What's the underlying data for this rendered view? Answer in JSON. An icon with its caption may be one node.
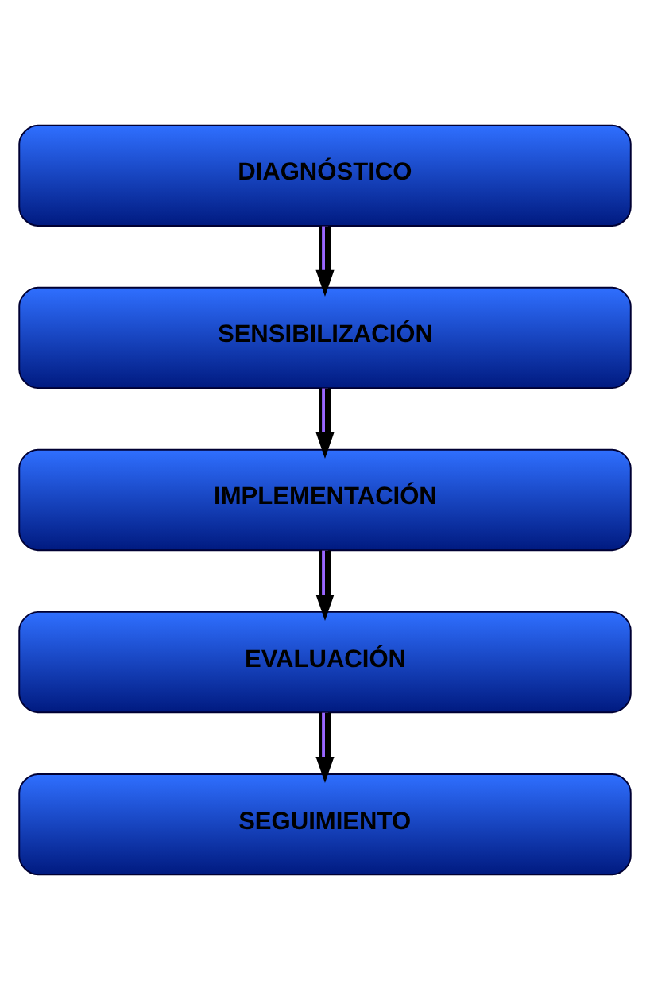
{
  "diagram": {
    "nodes": [
      {
        "text": [
          "DIAGNÓSTICO"
        ]
      },
      {
        "text": [
          "SENSIBILIZACIÓN"
        ]
      },
      {
        "text": [
          "IMPLEMENTACIÓN"
        ]
      },
      {
        "text": [
          "EVALUACIÓN"
        ]
      },
      {
        "text": [
          "SEGUIMIENTO"
        ]
      }
    ],
    "edges": [
      {
        "from": 0,
        "to": 1,
        "arrow": "to"
      },
      {
        "from": 1,
        "to": 2,
        "arrow": "to"
      },
      {
        "from": 2,
        "to": 3,
        "arrow": "to"
      },
      {
        "from": 3,
        "to": 4,
        "arrow": "to"
      }
    ]
  }
}
